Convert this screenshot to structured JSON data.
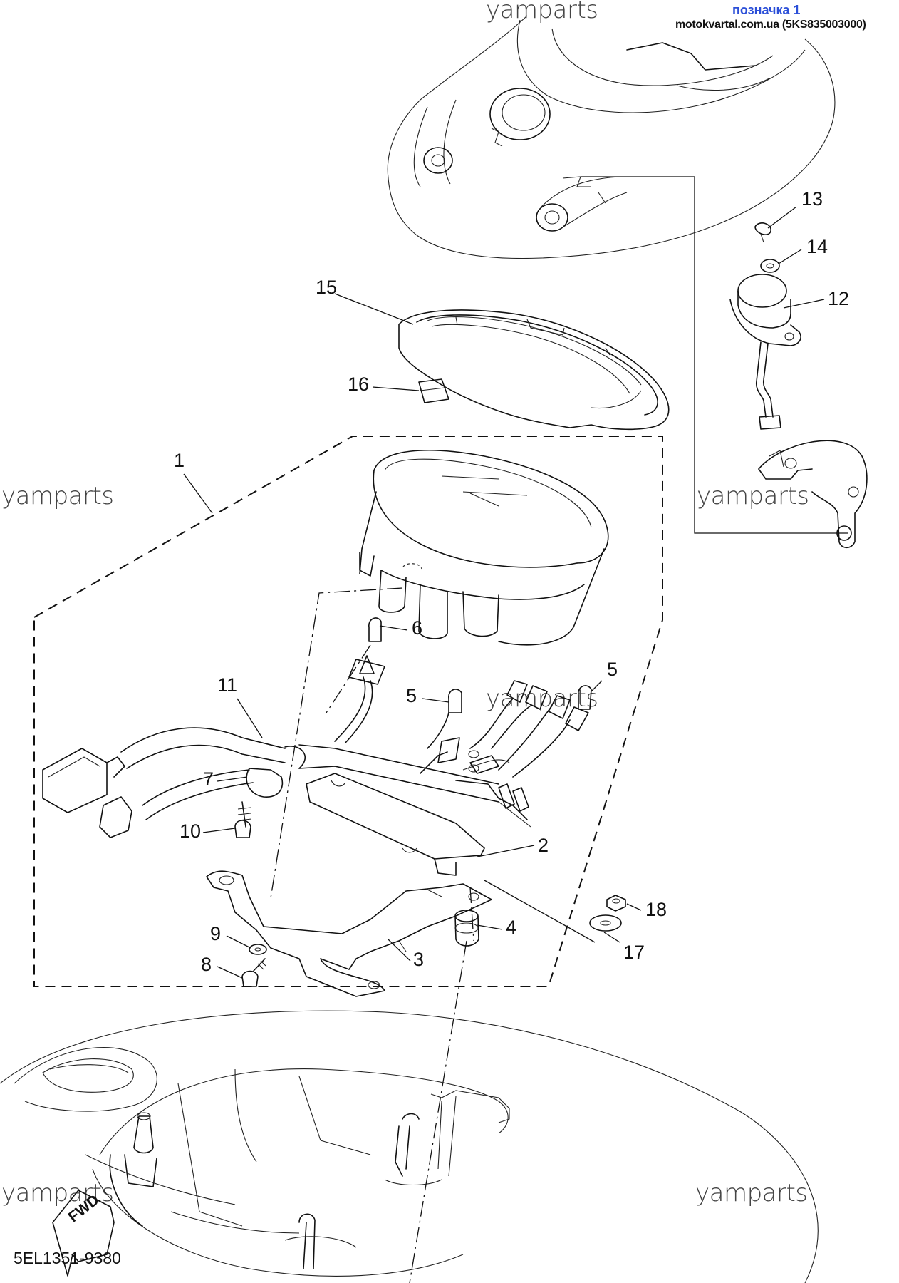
{
  "header": {
    "note_label": "позначка 1",
    "source_text": "motokvartal.com.ua (5KS835003000)"
  },
  "watermarks": [
    "yamparts",
    "yamparts",
    "yamparts",
    "yamparts",
    "yamparts",
    "yamparts"
  ],
  "diagram_code": "5EL1351-9380",
  "fwd_label": "FWD",
  "callouts": [
    "1",
    "2",
    "3",
    "4",
    "5",
    "5",
    "6",
    "7",
    "8",
    "9",
    "10",
    "11",
    "12",
    "13",
    "14",
    "15",
    "16",
    "17",
    "18"
  ],
  "colors": {
    "ink": "#111111",
    "note": "#2b4fd8",
    "watermark": "#444444"
  }
}
